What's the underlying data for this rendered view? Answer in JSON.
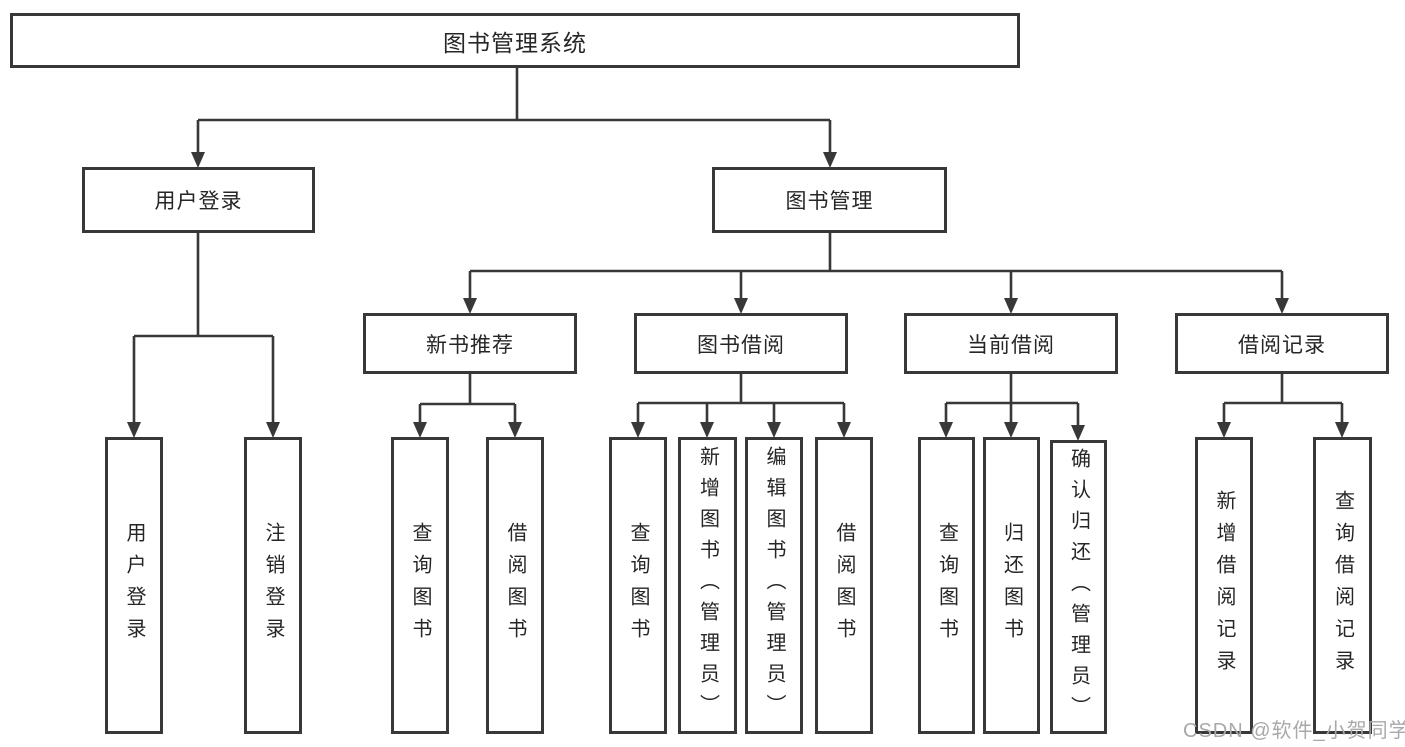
{
  "colors": {
    "background": "#ffffff",
    "line": "#383838",
    "box_border": "#383838",
    "text": "#262626",
    "watermark": "#a9a9a9"
  },
  "tree": {
    "root": {
      "label": "图书管理系统"
    },
    "branches": [
      {
        "label": "用户登录",
        "children": [
          {
            "label": "用户登录"
          },
          {
            "label": "注销登录"
          }
        ]
      },
      {
        "label": "图书管理",
        "sections": [
          {
            "label": "新书推荐",
            "children": [
              {
                "label": "查询图书"
              },
              {
                "label": "借阅图书"
              }
            ]
          },
          {
            "label": "图书借阅",
            "children": [
              {
                "label": "查询图书"
              },
              {
                "label": "新增图书（管理员）"
              },
              {
                "label": "编辑图书（管理员）"
              },
              {
                "label": "借阅图书"
              }
            ]
          },
          {
            "label": "当前借阅",
            "children": [
              {
                "label": "查询图书"
              },
              {
                "label": "归还图书"
              },
              {
                "label": "确认归还（管理员）"
              }
            ]
          },
          {
            "label": "借阅记录",
            "children": [
              {
                "label": "新增借阅记录"
              },
              {
                "label": "查询借阅记录"
              }
            ]
          }
        ]
      }
    ]
  },
  "watermark": {
    "text": "CSDN @软件_小贺同学"
  }
}
